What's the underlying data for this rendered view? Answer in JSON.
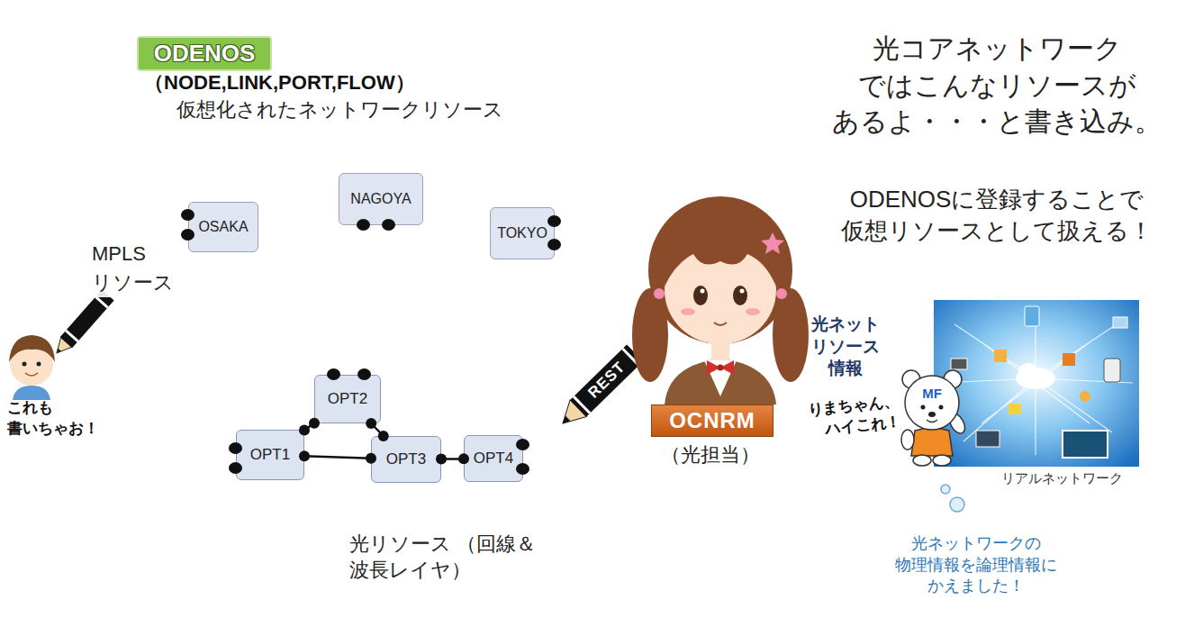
{
  "diagram": {
    "nodes": [
      {
        "text": [
          "（NODE,LINK,PORT,FLOW）",
          "仮想化されたネットワークリソース"
        ]
      },
      {
        "text": [
          "ODENOS"
        ],
        "in": 0
      },
      {
        "text": [
          "MPLS リソース"
        ],
        "in": 0
      },
      {
        "text": [
          "OSAKA"
        ],
        "in": 2
      },
      {
        "text": [
          "NAGOYA"
        ],
        "in": 2
      },
      {
        "text": [
          "TOKYO"
        ],
        "in": 2
      },
      {
        "text": [
          "光リソース （回線＆波長レイヤ）"
        ],
        "in": 0
      },
      {
        "text": [
          "OPT1"
        ],
        "in": 6
      },
      {
        "text": [
          "OPT2"
        ],
        "in": 6
      },
      {
        "text": [
          "OPT3"
        ],
        "in": 6
      },
      {
        "text": [
          "OPT4"
        ],
        "in": 6
      },
      {
        "text": [
          "光コアネットワーク ではこんなリソースが あるよ・・・と書き込み。",
          "ODENOSに登録することで 仮想リソースとして扱える！"
        ]
      },
      {
        "text": [
          "OCNRM"
        ]
      },
      {
        "text": [
          "光ネット リソース 情報"
        ]
      },
      {
        "text": [
          "光ネットワークの 物理情報を論理情報に かえました！"
        ]
      }
    ],
    "edges": [
      {
        "from": 7,
        "to": 8,
        "arrow": "none"
      },
      {
        "from": 8,
        "to": 9,
        "arrow": "none"
      },
      {
        "from": 7,
        "to": 9,
        "arrow": "none"
      },
      {
        "from": 9,
        "to": 10,
        "arrow": "none"
      }
    ],
    "labels": [
      "これも 書いちゃお！",
      "REST",
      "（光担当）",
      "MF",
      "りまちゃん、 ハイこれ！",
      "リアルネットワーク"
    ]
  }
}
